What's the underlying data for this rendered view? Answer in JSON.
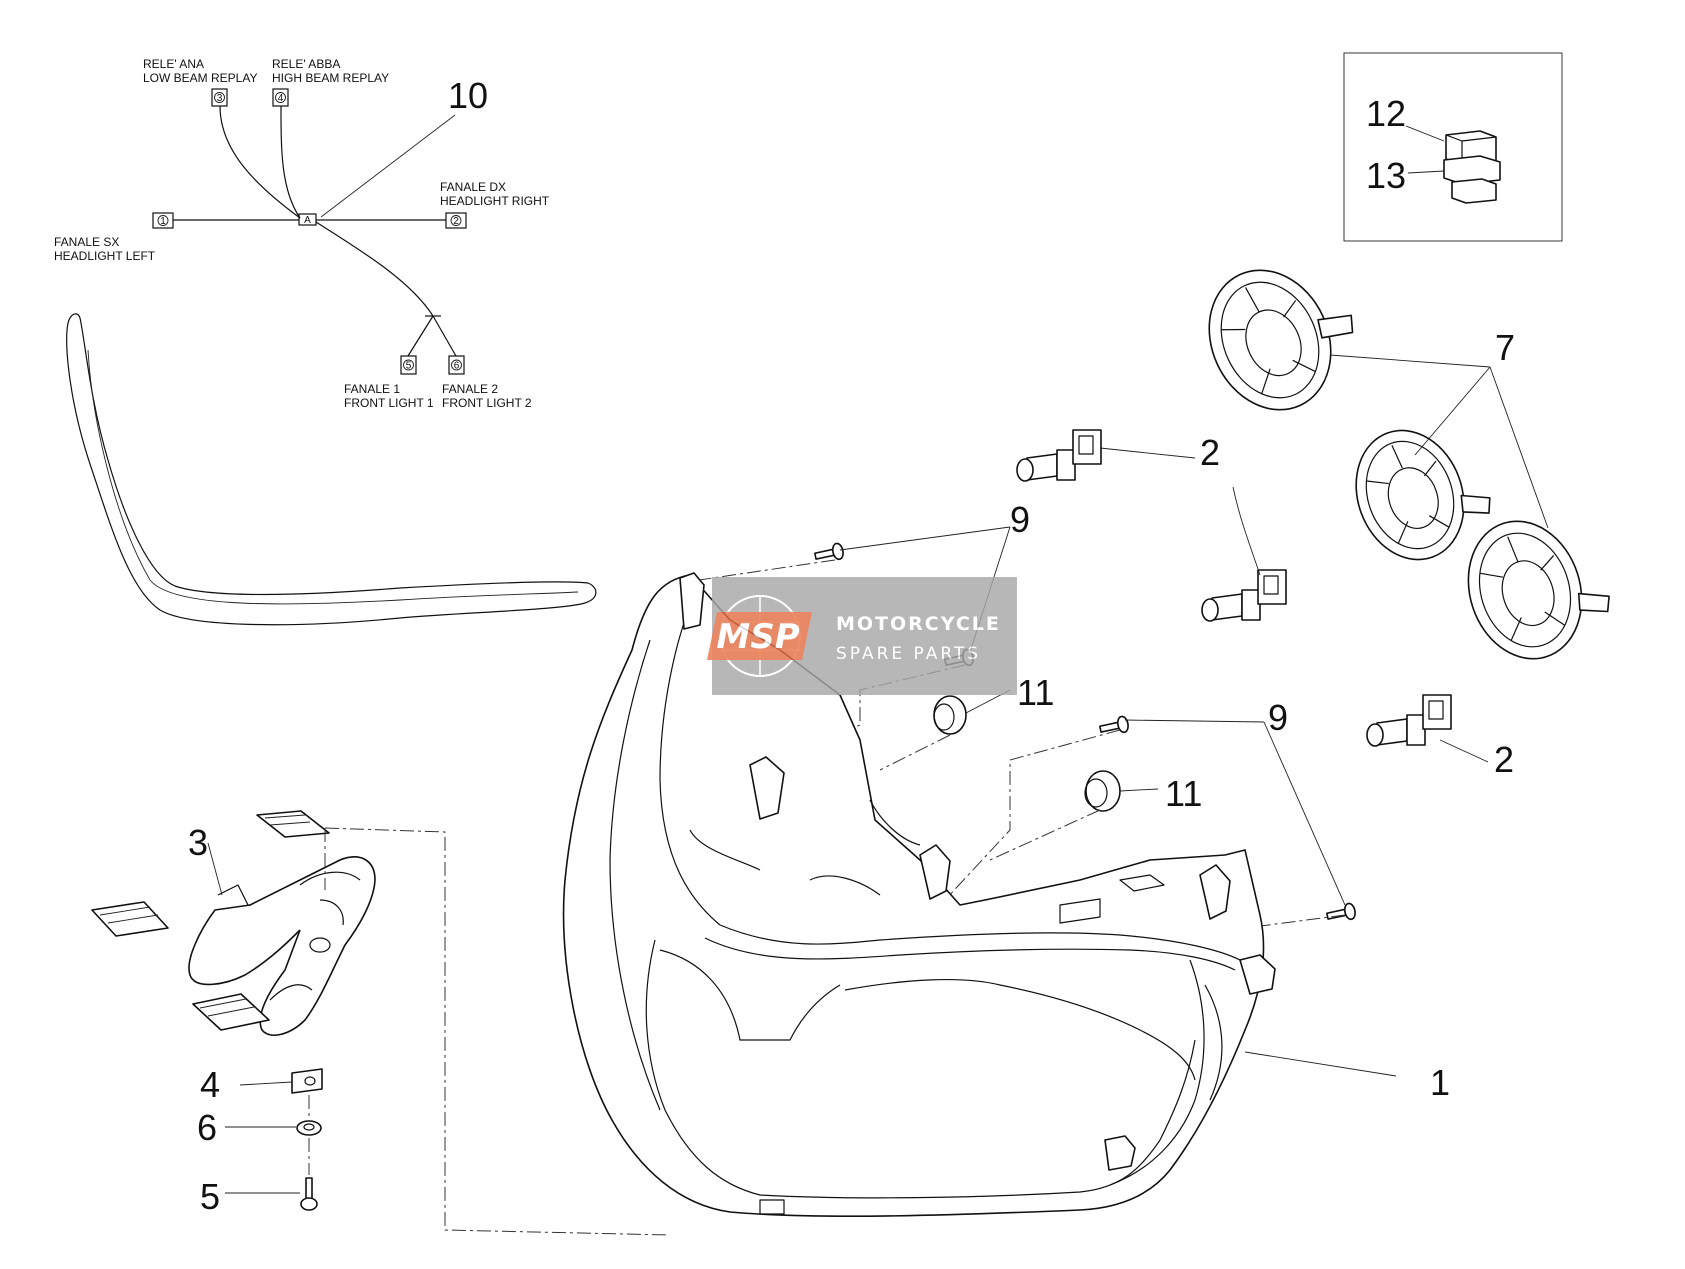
{
  "wiring": {
    "relay_low": {
      "line1": "RELE' ANA",
      "line2": "LOW BEAM REPLAY",
      "pin": "3"
    },
    "relay_high": {
      "line1": "RELE' ABBA",
      "line2": "HIGH BEAM REPLAY",
      "pin": "4"
    },
    "headlight_left": {
      "line1": "FANALE SX",
      "line2": "HEADLIGHT LEFT",
      "pin": "1"
    },
    "headlight_right": {
      "line1": "FANALE DX",
      "line2": "HEADLIGHT RIGHT",
      "pin": "2"
    },
    "front_light_1": {
      "line1": "FANALE 1",
      "line2": "FRONT LIGHT 1",
      "pin": "5"
    },
    "front_light_2": {
      "line1": "FANALE 2",
      "line2": "FRONT LIGHT 2",
      "pin": "6"
    },
    "junction_letter": "A"
  },
  "callouts": {
    "c1": "1",
    "c2a": "2",
    "c2b": "2",
    "c3": "3",
    "c4": "4",
    "c5": "5",
    "c6": "6",
    "c7": "7",
    "c9a": "9",
    "c9b": "9",
    "c10": "10",
    "c11a": "11",
    "c11b": "11",
    "c12": "12",
    "c13": "13"
  },
  "watermark": {
    "logo": "MSP",
    "line1": "MOTORCYCLE",
    "line2": "SPARE PARTS"
  }
}
